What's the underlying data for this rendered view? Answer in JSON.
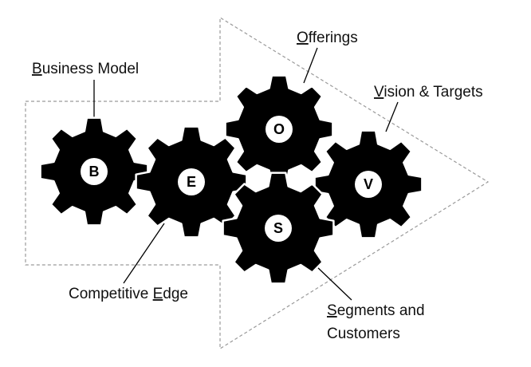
{
  "diagram": {
    "arrow_outline_color": "#9a9a9a",
    "gear_color": "#000000",
    "hub_color": "#ffffff",
    "gears": {
      "b": {
        "letter": "B",
        "name": "Business Model"
      },
      "e": {
        "letter": "E",
        "name": "Competitive Edge"
      },
      "o": {
        "letter": "O",
        "name": "Offerings"
      },
      "s": {
        "letter": "S",
        "name": "Segments and Customers"
      },
      "v": {
        "letter": "V",
        "name": "Vision & Targets"
      }
    },
    "labels": {
      "business_model": {
        "initial": "B",
        "rest": "usiness Model"
      },
      "competitive_edge": {
        "prefix": "Competitive ",
        "initial": "E",
        "rest": "dge"
      },
      "offerings": {
        "initial": "O",
        "rest": "fferings"
      },
      "vision_targets": {
        "initial": "V",
        "rest": "ision & Targets"
      },
      "segments_customers": {
        "initial": "S",
        "rest": "egments and",
        "line2": "Customers"
      }
    }
  }
}
